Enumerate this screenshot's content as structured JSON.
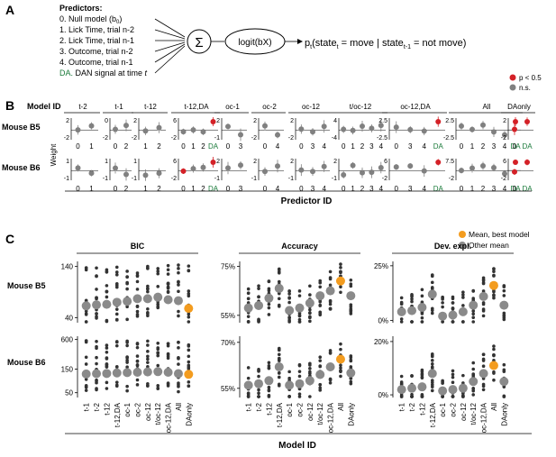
{
  "panelA": {
    "label": "A",
    "predictors_title": "Predictors:",
    "predictors": [
      "0. Null model (b",
      "1. Lick Time, trial n-2",
      "2. Lick Time, trial n-1",
      "3. Outcome, trial n-2",
      "4. Outcome, trial n-1"
    ],
    "null_sub": "0",
    "null_close": ")",
    "da_prefix": "DA.",
    "da_text": " DAN signal at time ",
    "da_t": "t",
    "sigma": "Σ",
    "logit": "logit(bX)",
    "output": {
      "p": "p",
      "sub_t": "t",
      "part1": "(state",
      "part2": " = move | state",
      "sub_t1": "t-1",
      "part3": " = not move)"
    }
  },
  "panelB": {
    "label": "B",
    "model_id_label": "Model ID",
    "models": [
      "t-2",
      "t-1",
      "t-12",
      "t-12,DA",
      "oc-1",
      "oc-2",
      "oc-12",
      "t/oc-12",
      "oc-12,DA",
      "All",
      "DAonly"
    ],
    "mice": [
      "Mouse B5",
      "Mouse B6"
    ],
    "weight_label": "Weight",
    "xlabel": "Predictor ID",
    "legend": [
      {
        "label": "p < 0.5",
        "color": "#d42127"
      },
      {
        "label": "n.s.",
        "color": "#808080"
      }
    ],
    "xticks": [
      [
        "0",
        "1"
      ],
      [
        "0",
        "2"
      ],
      [
        "1",
        "2"
      ],
      [
        "0",
        "1",
        "2",
        "DA"
      ],
      [
        "0",
        "3"
      ],
      [
        "0",
        "4"
      ],
      [
        "0",
        "3",
        "4"
      ],
      [
        "0",
        "1",
        "2",
        "3",
        "4"
      ],
      [
        "0",
        "3",
        "4",
        "DA"
      ],
      [
        "0",
        "1",
        "2",
        "3",
        "4",
        "DA"
      ],
      [
        "0",
        "DA"
      ]
    ],
    "yticks_B5": [
      [
        "2",
        "-2"
      ],
      [
        "0",
        "-2"
      ],
      [
        "2",
        "-2"
      ],
      [
        "6",
        "-2"
      ],
      [
        "2",
        "-1"
      ],
      [
        "2",
        "-2"
      ],
      [
        "2",
        "-2"
      ],
      [
        "4",
        "-4"
      ],
      [
        "2.5",
        "-2.5"
      ],
      [
        "2.5",
        "-2.5"
      ],
      [
        "2",
        "-2"
      ]
    ],
    "yticks_B6": [
      [
        "1",
        "-1"
      ],
      [
        "1",
        "-1"
      ],
      [
        "1",
        "-1"
      ],
      [
        "6",
        "-2"
      ],
      [
        "2",
        "-1"
      ],
      [
        "2",
        "-1"
      ],
      [
        "2",
        "-1"
      ],
      [
        "2",
        "-1"
      ],
      [
        "6",
        "-2"
      ],
      [
        "7.5",
        "-2"
      ],
      [
        "6",
        "-2"
      ]
    ]
  },
  "panelC": {
    "label": "C",
    "legend": [
      {
        "label": "Mean, best model",
        "color": "#f39c1f"
      },
      {
        "label": "Other mean",
        "color": "#8a8a8a"
      }
    ],
    "mice": [
      "Mouse B5",
      "Mouse B6"
    ],
    "xlabel": "Model ID",
    "categories": [
      "t-1",
      "t-2",
      "t-12",
      "t-12,DA",
      "oc-1",
      "oc-2",
      "oc-12",
      "t/oc-12",
      "oc-12,DA",
      "All",
      "DAonly"
    ]
  },
  "colors": {
    "sig": "#d42127",
    "ns": "#808080",
    "best": "#f39c1f",
    "mean": "#8a8a8a",
    "dot": "#333333",
    "da": "#1a7a3a"
  },
  "chart_data": [
    {
      "type": "scatter",
      "title": "BIC",
      "panel": "Mouse B5",
      "categories": [
        "t-1",
        "t-2",
        "t-12",
        "t-12,DA",
        "oc-1",
        "oc-2",
        "oc-12",
        "t/oc-12",
        "oc-12,DA",
        "All",
        "DAonly"
      ],
      "yticks": [
        "140",
        "40"
      ],
      "ylim": [
        30,
        150
      ],
      "means": [
        63,
        65,
        66,
        70,
        72,
        77,
        77,
        80,
        75,
        73,
        58
      ],
      "best_index": 10,
      "spread": 40
    },
    {
      "type": "scatter",
      "title": "BIC",
      "panel": "Mouse B6",
      "categories": [
        "t-1",
        "t-2",
        "t-12",
        "t-12,DA",
        "oc-1",
        "oc-2",
        "oc-12",
        "t/oc-12",
        "oc-12,DA",
        "All",
        "DAonly"
      ],
      "yticks": [
        "600",
        "150",
        "50"
      ],
      "ylim": [
        40,
        700
      ],
      "means": [
        120,
        122,
        123,
        126,
        128,
        130,
        132,
        134,
        130,
        122,
        118
      ],
      "best_index": 10,
      "spread": 100
    },
    {
      "type": "scatter",
      "title": "Accuracy",
      "panel": "Mouse B5",
      "categories": [
        "t-1",
        "t-2",
        "t-12",
        "t-12,DA",
        "oc-1",
        "oc-2",
        "oc-12",
        "t/oc-12",
        "oc-12,DA",
        "All",
        "DAonly"
      ],
      "yticks": [
        "75%",
        "55%"
      ],
      "ylim": [
        52,
        77
      ],
      "means": [
        58,
        59,
        62,
        66,
        57,
        58,
        60,
        63,
        65,
        69,
        63
      ],
      "best_index": 9,
      "spread": 6
    },
    {
      "type": "scatter",
      "title": "Accuracy",
      "panel": "Mouse B6",
      "categories": [
        "t-1",
        "t-2",
        "t-12",
        "t-12,DA",
        "oc-1",
        "oc-2",
        "oc-12",
        "t/oc-12",
        "oc-12,DA",
        "All",
        "DAonly"
      ],
      "yticks": [
        "70%",
        "55%"
      ],
      "ylim": [
        52,
        72
      ],
      "means": [
        56,
        56.5,
        57.5,
        62,
        56,
        56.5,
        57.5,
        59.5,
        62,
        64.5,
        60
      ],
      "best_index": 9,
      "spread": 5
    },
    {
      "type": "scatter",
      "title": "Dev. expl.",
      "panel": "Mouse B5",
      "categories": [
        "t-1",
        "t-2",
        "t-12",
        "t-12,DA",
        "oc-1",
        "oc-2",
        "oc-12",
        "t/oc-12",
        "oc-12,DA",
        "All",
        "DAonly"
      ],
      "yticks": [
        "25%",
        "0%"
      ],
      "ylim": [
        -1,
        27
      ],
      "means": [
        4,
        4.5,
        6,
        12,
        2,
        2.5,
        4,
        7,
        11,
        16,
        7
      ],
      "best_index": 9,
      "spread": 6
    },
    {
      "type": "scatter",
      "title": "Dev. expl.",
      "panel": "Mouse B6",
      "categories": [
        "t-1",
        "t-2",
        "t-12",
        "t-12,DA",
        "oc-1",
        "oc-2",
        "oc-12",
        "t/oc-12",
        "oc-12,DA",
        "All",
        "DAonly"
      ],
      "yticks": [
        "20%",
        "0%"
      ],
      "ylim": [
        -1,
        22
      ],
      "means": [
        2,
        2.5,
        3,
        8,
        1.5,
        2,
        2.5,
        5,
        8,
        11,
        5
      ],
      "best_index": 9,
      "spread": 5
    }
  ]
}
